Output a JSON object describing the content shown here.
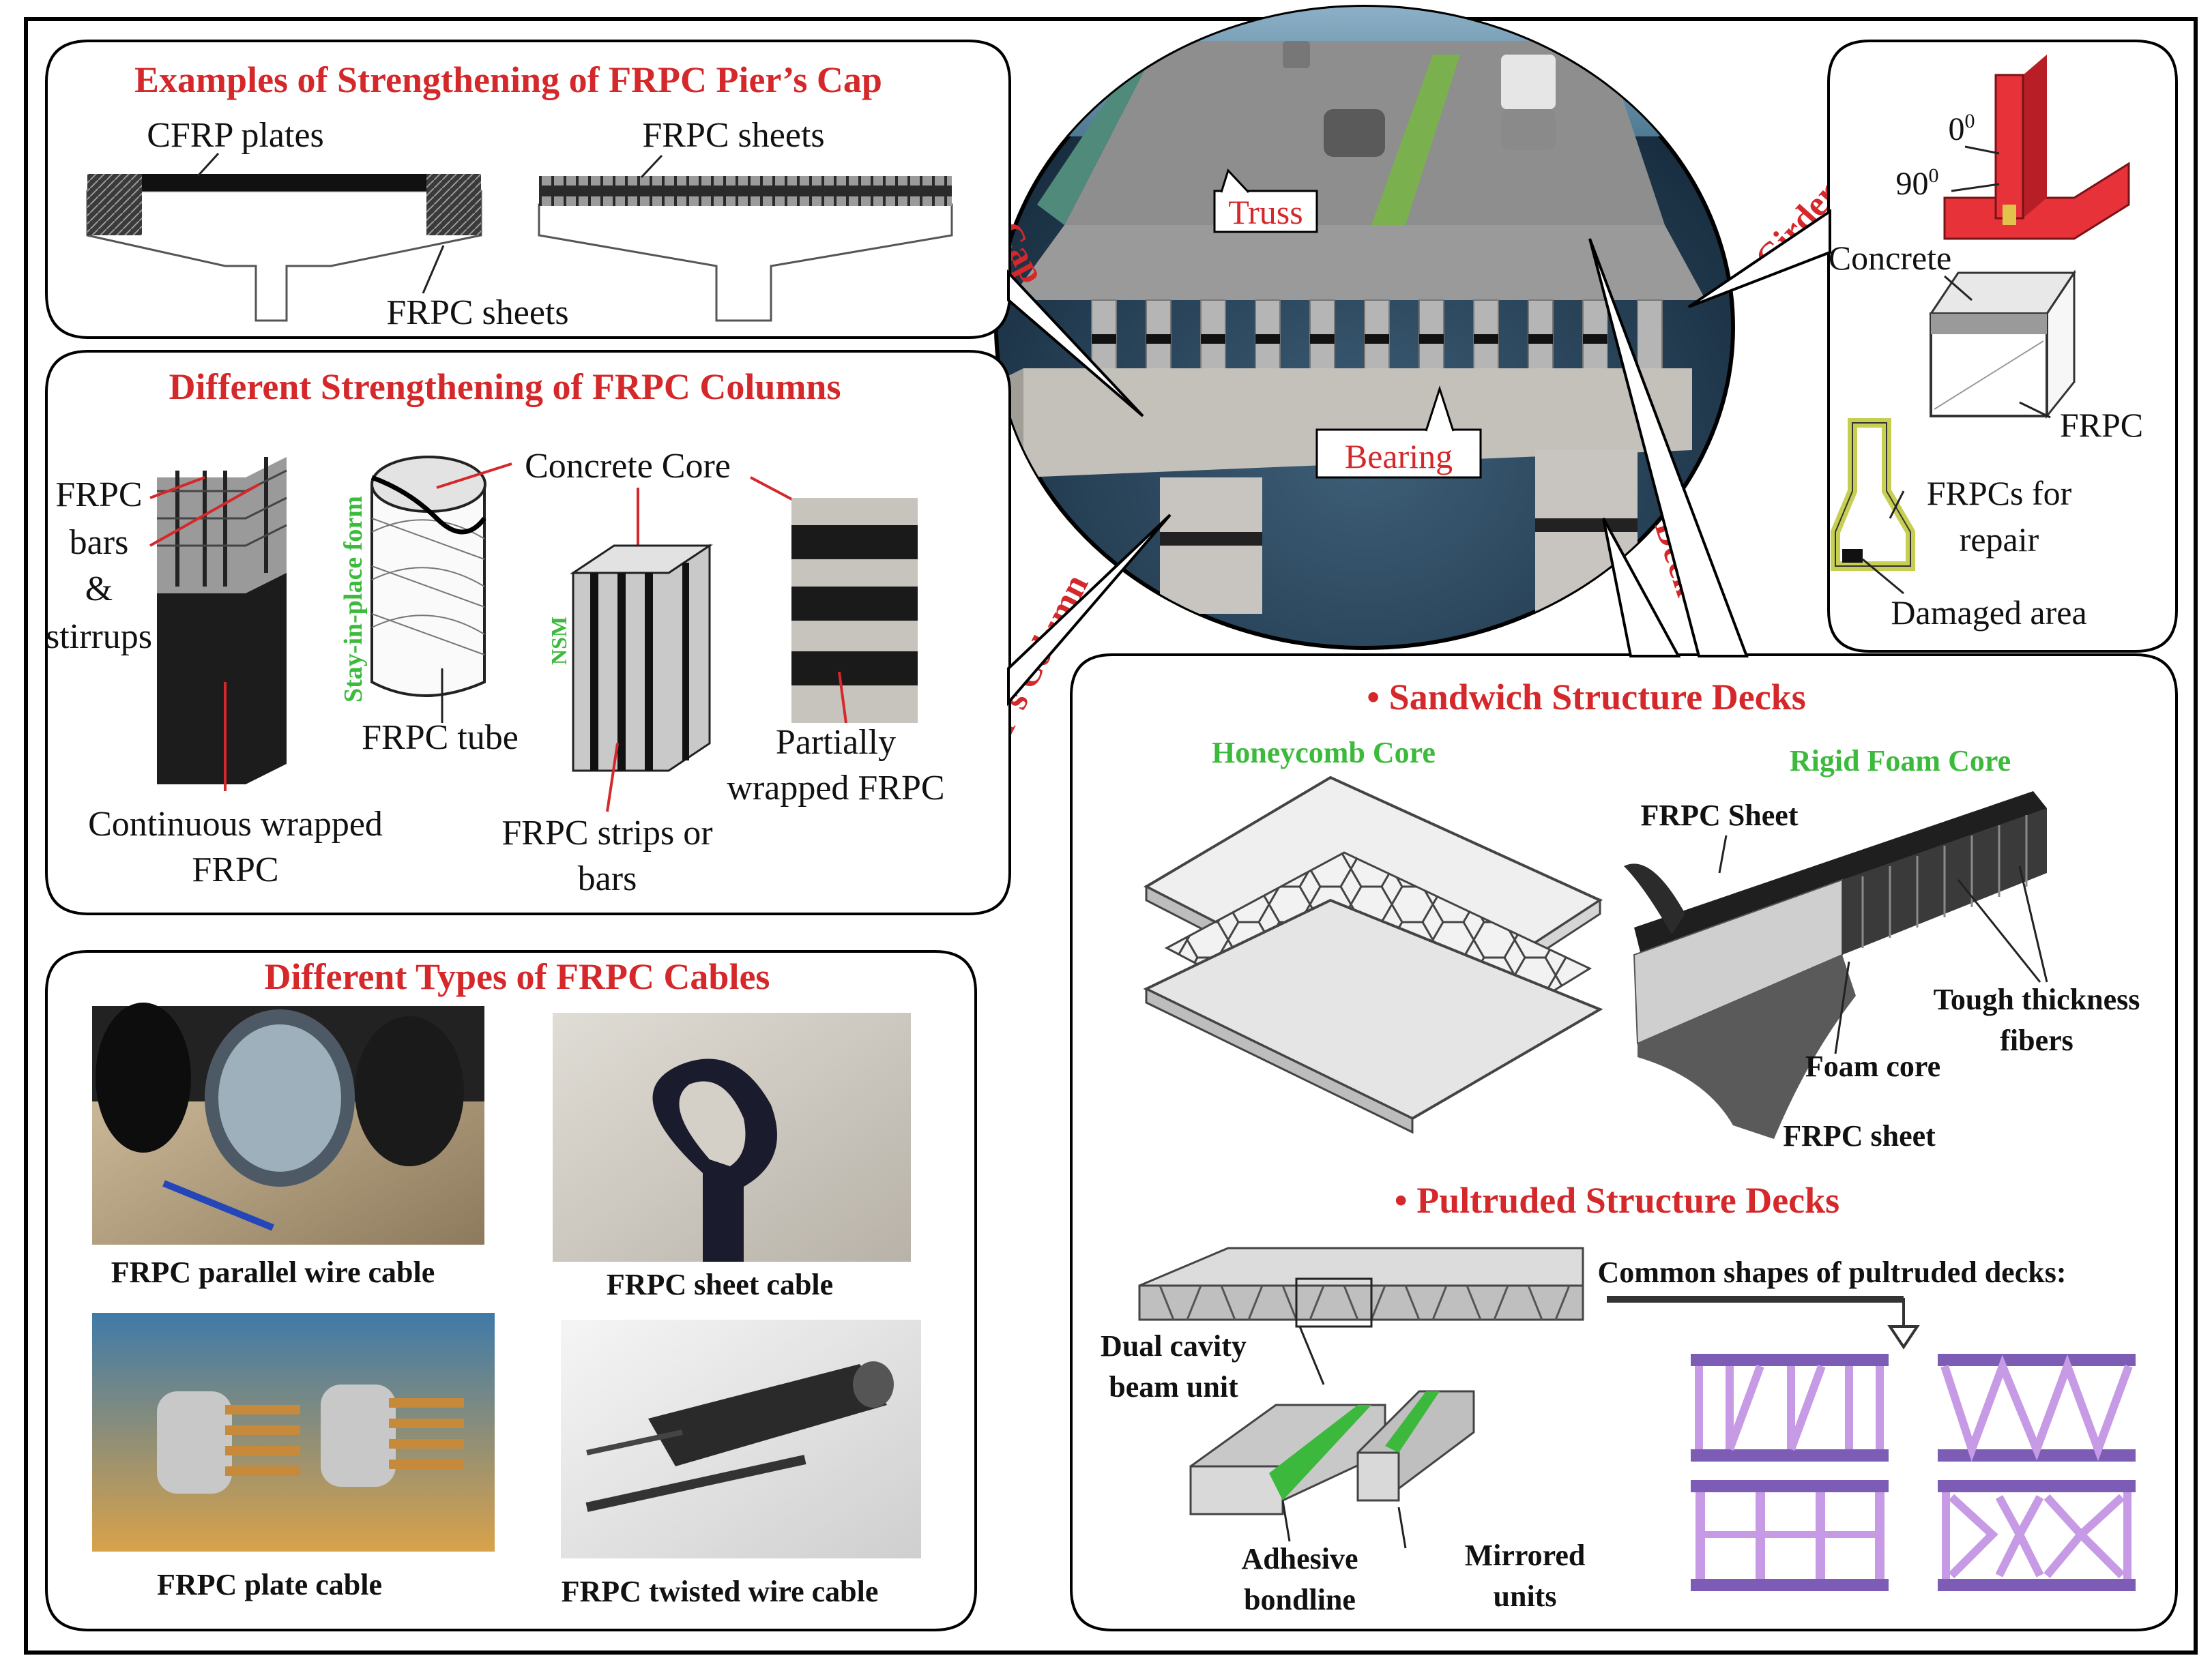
{
  "pier_cap": {
    "title": "Examples of  Strengthening of FRPC Pier’s Cap",
    "cfrp_plates": "CFRP plates",
    "frpc_sheets_top": "FRPC sheets",
    "frpc_sheets_bottom": "FRPC sheets"
  },
  "columns": {
    "title": "Different Strengthening of FRPC Columns",
    "frpc": "FRPC",
    "bars": "bars",
    "amp": "&",
    "stirrups": "stirrups",
    "continuous_1": "Continuous wrapped",
    "continuous_2": "FRPC",
    "stay_in_place": "Stay-in-place form",
    "frpc_tube": "FRPC tube",
    "concrete_core": "Concrete Core",
    "nsm": "NSM",
    "strips_1": "FRPC strips or",
    "strips_2": "bars",
    "partial_1": "Partially",
    "partial_2": "wrapped FRPC"
  },
  "cables": {
    "title": "Different Types of FRPC Cables",
    "parallel": "FRPC parallel wire cable",
    "sheet": "FRPC sheet cable",
    "plate": "FRPC plate cable",
    "twisted": "FRPC twisted wire cable"
  },
  "bridge": {
    "truss": "Truss",
    "bearing": "Bearing",
    "pier_cap": "Pier Cap",
    "piers_column": "Pier’s Column",
    "deck": "Deck",
    "girder_beam": "Girder/Beam"
  },
  "girder": {
    "deg0": "0",
    "deg90": "90",
    "sup": "0",
    "concrete": "Concrete",
    "frpc": "FRPC",
    "repair_1": "FRPCs for",
    "repair_2": "repair",
    "damaged": "Damaged area"
  },
  "deck": {
    "sandwich_title": "Sandwich Structure Decks",
    "honeycomb": "Honeycomb Core",
    "rigid_foam": "Rigid Foam Core",
    "frpc_sheet_top": "FRPC Sheet",
    "tough_1": "Tough thickness",
    "tough_2": "fibers",
    "foam_core": "Foam core",
    "frpc_sheet_bottom": "FRPC sheet",
    "pultruded_title": "Pultruded Structure Decks",
    "common_shapes": "Common shapes of pultruded decks:",
    "dual_1": "Dual cavity",
    "dual_2": "beam unit",
    "adhesive_1": "Adhesive",
    "adhesive_2": "bondline",
    "mirrored_1": "Mirrored",
    "mirrored_2": "units"
  },
  "colors": {
    "title_red": "#d4282a",
    "label_green": "#3cba3c",
    "purple": "#7d5cb5",
    "lilac": "#c79ae6",
    "girder_red": "#e8323a"
  }
}
